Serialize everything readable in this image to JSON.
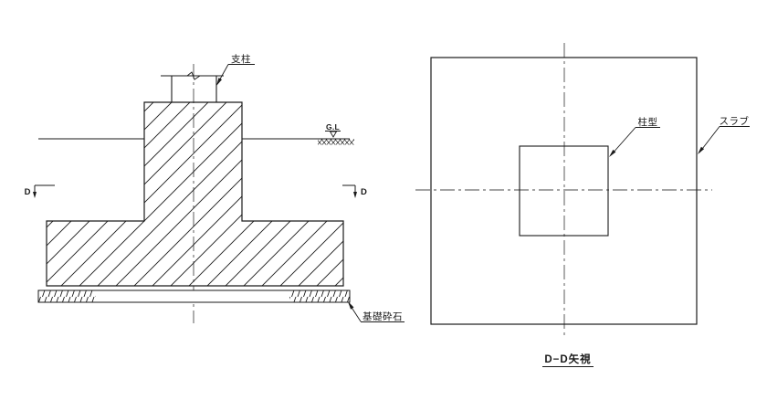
{
  "drawing": {
    "type": "engineering-foundation-detail",
    "colors": {
      "background": "#ffffff",
      "line": "#1a1a1a",
      "centerline": "#4a4a4a"
    },
    "section_view": {
      "labels": {
        "post": "支柱",
        "ground_level": "G.L",
        "section_marker_left": "D",
        "section_marker_right": "D",
        "crushed_stone": "基礎砕石"
      }
    },
    "plan_view": {
      "labels": {
        "column_shape": "柱型",
        "slab": "スラブ"
      },
      "caption": "D−D矢視"
    }
  }
}
